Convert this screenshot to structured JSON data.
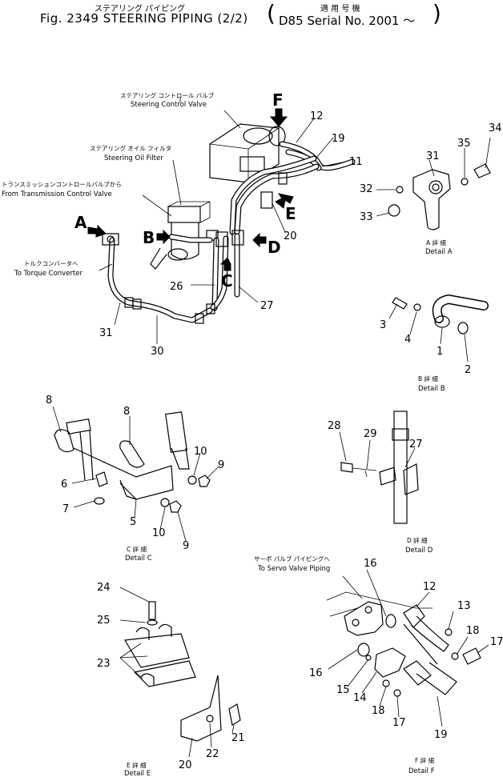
{
  "header": {
    "jp_title": "ステアリング パイピング",
    "title": "Fig. 2349  STEERING  PIPING  (2/2)",
    "jp_applicable": "適 用 号 機",
    "serial": "D85  Serial  No. 2001 ～"
  },
  "main_view": {
    "steering_valve_jp": "ステアリング コントロール バルブ",
    "steering_valve": "Steering Control Valve",
    "oil_filter_jp": "ステアリング オイル フィルタ",
    "oil_filter": "Steering Oil Filter",
    "transmission_jp": "トランスミッションコントロールバルブから",
    "transmission": "From Transmission Control Valve",
    "torque_jp": "トルクコンバータへ",
    "torque": "To Torque Converter",
    "letters": {
      "a": "A",
      "b": "B",
      "c": "C",
      "d": "D",
      "e": "E",
      "f": "F"
    },
    "numbers": {
      "n11": "11",
      "n12": "12",
      "n19": "19",
      "n20": "20",
      "n26": "26",
      "n27": "27",
      "n30": "30",
      "n31": "31"
    }
  },
  "detail_a": {
    "jp": "A 詳 細",
    "label": "Detail A",
    "numbers": {
      "n31": "31",
      "n32": "32",
      "n33": "33",
      "n34": "34",
      "n35": "35"
    }
  },
  "detail_b": {
    "jp": "B 詳 細",
    "label": "Detail B",
    "numbers": {
      "n1": "1",
      "n2": "2",
      "n3": "3",
      "n4": "4"
    }
  },
  "detail_c": {
    "jp": "C 詳 細",
    "label": "Detail C",
    "numbers": {
      "n5": "5",
      "n6": "6",
      "n7": "7",
      "n8a": "8",
      "n8b": "8",
      "n9a": "9",
      "n9b": "9",
      "n10a": "10",
      "n10b": "10"
    }
  },
  "detail_d": {
    "jp": "D 詳 細",
    "label": "Detail D",
    "numbers": {
      "n27": "27",
      "n28": "28",
      "n29": "29"
    }
  },
  "detail_e": {
    "jp": "E 詳 細",
    "label": "Detail E",
    "numbers": {
      "n20": "20",
      "n21": "21",
      "n22": "22",
      "n23": "23",
      "n24": "24",
      "n25": "25"
    }
  },
  "detail_f": {
    "jp": "F 詳 細",
    "label": "Detail F",
    "servo_jp": "サーボ バルブ パイピングへ",
    "servo": "To Servo Valve Piping",
    "numbers": {
      "n12": "12",
      "n13": "13",
      "n14": "14",
      "n15": "15",
      "n16a": "16",
      "n16b": "16",
      "n17a": "17",
      "n17b": "17",
      "n18a": "18",
      "n18b": "18",
      "n19": "19"
    }
  }
}
